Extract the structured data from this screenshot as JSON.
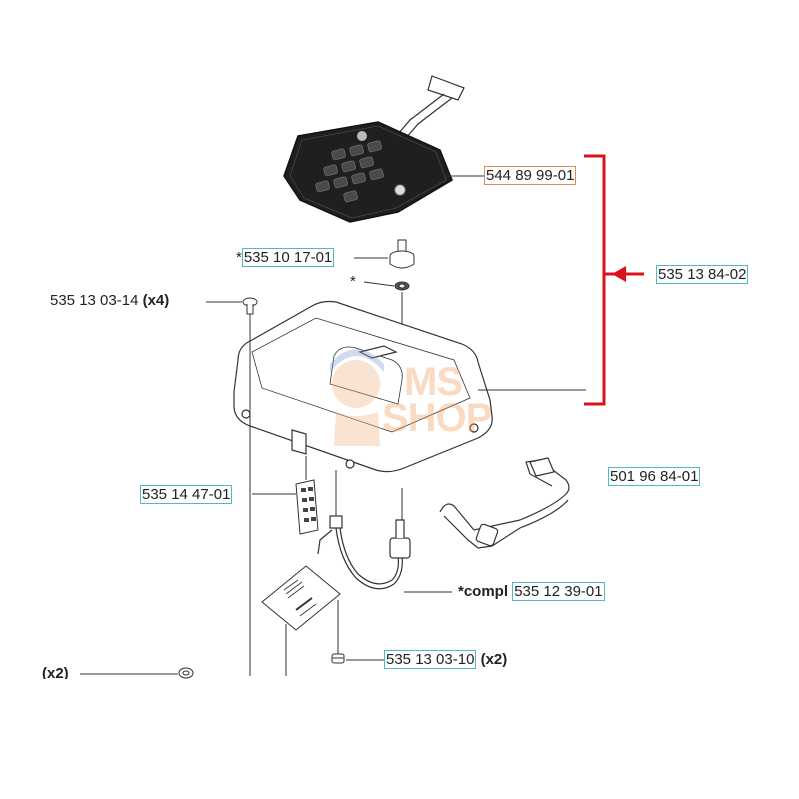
{
  "labels": {
    "keypad_part": "544 89 99-01",
    "knob_part": "535 10 17-01",
    "knob_prefix": "*",
    "washer_marker": "*",
    "kit_part": "535 13 84-02",
    "screw_top_part": "535 13 03-14",
    "screw_top_qty": "(x4)",
    "sensor_part": "535 14 47-01",
    "bracket_part": "501 96 84-01",
    "cable_prefix": "*compl",
    "cable_part": "535 12 39-01",
    "screw_bottom_part": "535 13 03-10",
    "screw_bottom_qty": "(x2)",
    "cut_qty": "(x2)"
  },
  "watermark": {
    "line1": "MS",
    "line2": "SHOP"
  },
  "colors": {
    "bracket_red": "#d9131a",
    "box_cyan": "#4fb8c9",
    "box_orange": "#e08a5a",
    "line": "#333333"
  }
}
